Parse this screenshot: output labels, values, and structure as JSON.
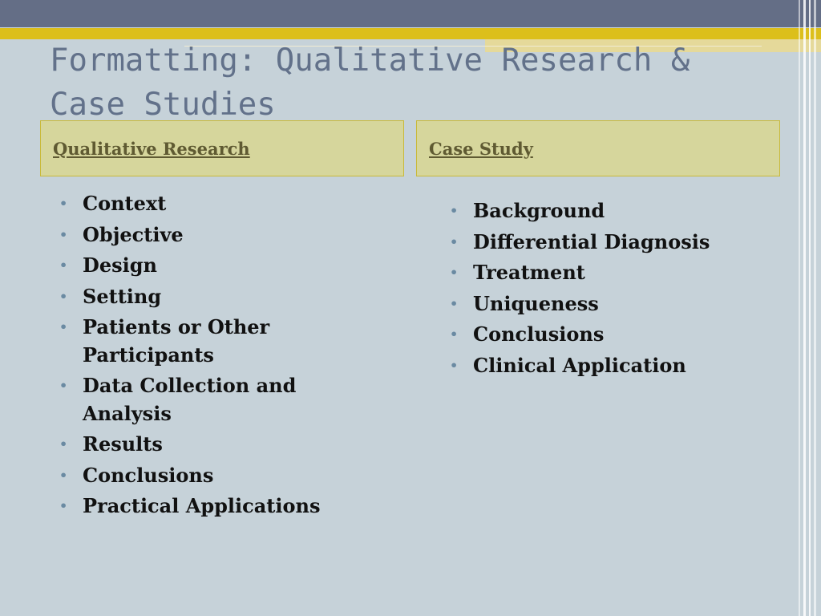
{
  "title": "Formatting: Qualitative Research & Case Studies",
  "columns": [
    {
      "header": "Qualitative Research",
      "items": [
        "Context",
        "Objective",
        "Design",
        "Setting",
        "Patients or Other Participants",
        "Data Collection and Analysis",
        "Results",
        "Conclusions",
        "Practical Applications"
      ]
    },
    {
      "header": "Case Study",
      "items": [
        "Background",
        "Differential Diagnosis",
        "Treatment",
        "Uniqueness",
        "Conclusions",
        "Clinical Application"
      ]
    }
  ],
  "bullet_glyph": "•",
  "colors": {
    "title": "#62718a",
    "header_text": "#5f5a32",
    "header_fill": "#d6d69c",
    "header_border": "#c9ba3a",
    "background": "#c6d2d9",
    "top_band": "#646e86",
    "accent_yellow": "#dcbf1b",
    "bullet": "#6a8aa2"
  }
}
